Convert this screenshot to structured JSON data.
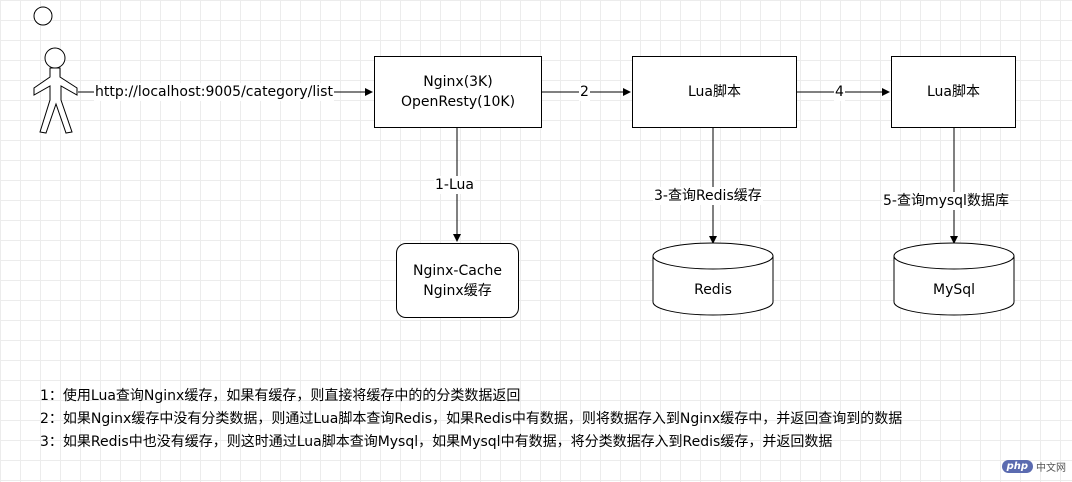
{
  "actor": {
    "url": "http://localhost:9005/category/list"
  },
  "nodes": {
    "nginx": {
      "line1": "Nginx(3K)",
      "line2": "OpenResty(10K)"
    },
    "lua1": {
      "label": "Lua脚本"
    },
    "lua2": {
      "label": "Lua脚本"
    },
    "cache": {
      "line1": "Nginx-Cache",
      "line2": "Nginx缓存"
    },
    "redis": {
      "label": "Redis"
    },
    "mysql": {
      "label": "MySql"
    }
  },
  "edges": {
    "e1": "1-Lua",
    "e2": "2",
    "e3": "3-查询Redis缓存",
    "e4": "4",
    "e5": "5-查询mysql数据库"
  },
  "notes": [
    "1：使用Lua查询Nginx缓存，如果有缓存，则直接将缓存中的的分类数据返回",
    "2：如果Nginx缓存中没有分类数据，则通过Lua脚本查询Redis，如果Redis中有数据，则将数据存入到Nginx缓存中，并返回查询到的数据",
    "3：如果Redis中也没有缓存，则这时通过Lua脚本查询Mysql，如果Mysql中有数据，将分类数据存入到Redis缓存，并返回数据"
  ],
  "watermark": {
    "logo": "php",
    "text": "中文网"
  }
}
